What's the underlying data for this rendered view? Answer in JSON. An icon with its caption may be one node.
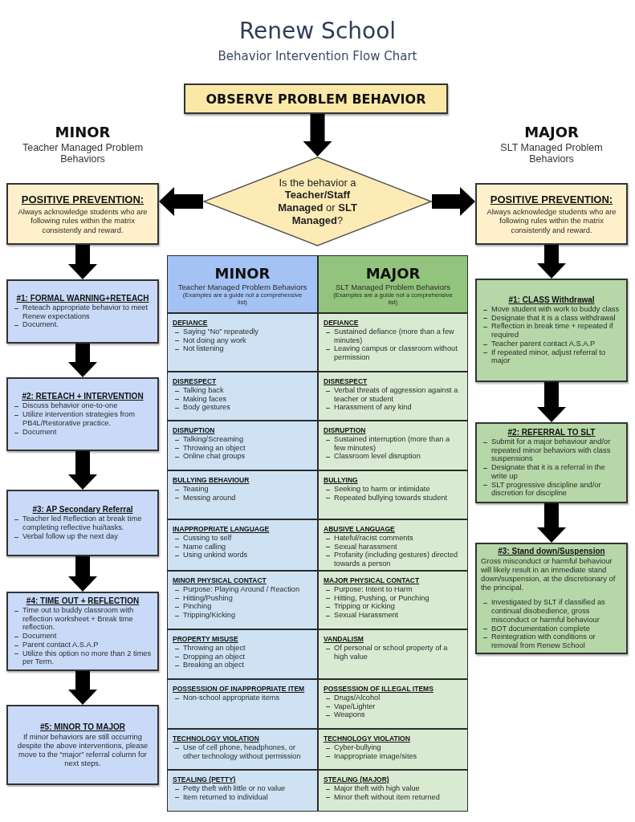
{
  "diagram": {
    "title": "Renew School",
    "nodes": [
      {
        "text": [
          "OBSERVE PROBLEM BEHAVIOR"
        ]
      },
      {
        "text": [
          "Is the behavior a **Teacher/Staff Managed** or **SLT Managed**?"
        ]
      },
      {
        "text": [
          "POSITIVE PREVENTION:",
          "Always acknowledge students who are following rules within the matrix consistently and reward."
        ]
      },
      {
        "text": [
          "POSITIVE PREVENTION:",
          "Always acknowledge students who are following rules within the matrix consistently and reward."
        ]
      },
      {
        "text": [
          "#1: FORMAL WARNING+RETEACH",
          "Reteach appropriate behavior to meet Renew expectations",
          "Document."
        ]
      },
      {
        "text": [
          "#2: RETEACH + INTERVENTION",
          "Discuss behavior one-to-one",
          "Utilize intervention strategies from PB4L/Restorative practice.",
          "Document"
        ]
      },
      {
        "text": [
          "#3: AP Secondary Referral",
          "Teacher led Reflection at break time completing reflective hui/tasks.",
          "Verbal follow up the next day"
        ]
      },
      {
        "text": [
          "#4: TIME OUT + REFLECTION",
          "Time out to buddy classroom with reflection worksheet + Break time reflection.",
          "Document",
          "Parent contact A.S.A.P",
          "Utilize this option no more than 2 times per Term."
        ]
      },
      {
        "text": [
          "#5: MINOR TO MAJOR",
          "If minor behaviors are still occurring despite the above interventions, please move to the “major” referral column for next steps."
        ]
      },
      {
        "text": [
          "#1: CLASS Withdrawal",
          "Move student with work to buddy class",
          "Designate that it is a class withdrawal",
          "Reflection in break time + repeated if required",
          "Teacher parent contact A.S.A.P",
          "If repeated minor, adjust referral to major"
        ]
      },
      {
        "text": [
          "#2: REFERRAL TO SLT",
          "Submit for a major behaviour and/or repeated minor behaviors with class suspensions",
          "Designate that it is a referral in the write up",
          "SLT progressive discipline and/or discretion for discipline"
        ]
      },
      {
        "text": [
          "#3: Stand down/Suspension",
          "Gross misconduct or harmful behaviour will likely result in an immediate stand down/suspension, at the discretionary of the principal.",
          "Investigated by SLT if classified as continual disobedience, gross misconduct or harmful behaviour",
          "BOT documentation complete",
          "Reintegration with conditions or removal from Renew School"
        ]
      },
      {
        "text": [
          "MINOR",
          "Teacher Managed Problem Behaviors",
          "(Examples are a guide not a comprehensive list)"
        ]
      },
      {
        "text": [
          "MAJOR",
          "SLT Managed Problem Behaviors",
          "(Examples are a guide not a comprehensive list)"
        ]
      },
      {
        "text": [
          "DEFIANCE",
          "Saying “No” repeatedly",
          "Not doing any work",
          "Not listening"
        ]
      },
      {
        "text": [
          "DEFIANCE",
          "Sustained defiance (more than a few minutes)",
          "Leaving campus or classroom without permission"
        ]
      },
      {
        "text": [
          "DISRESPECT",
          "Talking back",
          "Making faces",
          "Body gestures"
        ]
      },
      {
        "text": [
          "DISRESPECT",
          "Verbal threats of aggression against a teacher or student",
          "Harassment of any kind"
        ]
      },
      {
        "text": [
          "DISRUPTION",
          "Talking/Screaming",
          "Throwing an object",
          "Online chat groups"
        ]
      },
      {
        "text": [
          "DISRUPTION",
          "Sustained interruption (more than a few minutes)",
          "Classroom level disruption"
        ]
      },
      {
        "text": [
          "BULLYING BEHAVIOUR",
          "Teasing",
          "Messing around"
        ]
      },
      {
        "text": [
          "BULLYING",
          "Seeking to harm or intimidate",
          "Repeated bullying towards student"
        ]
      },
      {
        "text": [
          "INAPPROPRIATE LANGUAGE",
          "Cussing to self",
          "Name calling",
          "Using unkind words"
        ]
      },
      {
        "text": [
          "ABUSIVE LANGUAGE",
          "Hateful/racist comments",
          "Sexual harassment",
          "Profanity (including gestures) directed towards a person"
        ]
      },
      {
        "text": [
          "MINOR PHYSICAL CONTACT",
          "Purpose: Playing Around / Reaction",
          "Hitting/Pushing",
          "Pinching",
          "Tripping/Kicking"
        ]
      },
      {
        "text": [
          "MAJOR PHYSICAL CONTACT",
          "Purpose: Intent to Harm",
          "Hitting, Pushing, or Punching",
          "Tripping or Kicking",
          "Sexual Harassment"
        ]
      },
      {
        "text": [
          "PROPERTY MISUSE",
          "Throwing an object",
          "Dropping an object",
          "Breaking an object"
        ]
      },
      {
        "text": [
          "VANDALISM",
          "Of personal or school property of a high value"
        ]
      },
      {
        "text": [
          "POSSESSION OF INAPPROPRIATE ITEM",
          "Non-school appropriate items"
        ]
      },
      {
        "text": [
          "POSSESSION OF ILLEGAL ITEMS",
          "Drugs/Alcohol",
          "Vape/Lighter",
          "Weapons"
        ]
      },
      {
        "text": [
          "TECHNOLOGY VIOLATION",
          "Use of cell phone, headphones, or other technology without permission"
        ]
      },
      {
        "text": [
          "TECHNOLOGY VIOLATION",
          "Cyber-bullying",
          "Inappropriate image/sites"
        ]
      },
      {
        "text": [
          "STEALING (PETTY)",
          "Petty theft with little or no value",
          "Item returned to individual"
        ]
      },
      {
        "text": [
          "STEALING (MAJOR)",
          "Major theft with high value",
          "Minor theft without item returned"
        ]
      }
    ],
    "edges": [
      {
        "from": 0,
        "to": 1,
        "arrow": "to"
      },
      {
        "from": 1,
        "to": 2,
        "arrow": "to"
      },
      {
        "from": 1,
        "to": 3,
        "arrow": "to"
      },
      {
        "from": 2,
        "to": 4,
        "arrow": "to"
      },
      {
        "from": 4,
        "to": 5,
        "arrow": "to"
      },
      {
        "from": 5,
        "to": 6,
        "arrow": "to"
      },
      {
        "from": 6,
        "to": 7,
        "arrow": "to"
      },
      {
        "from": 7,
        "to": 8,
        "arrow": "to"
      },
      {
        "from": 3,
        "to": 9,
        "arrow": "to"
      },
      {
        "from": 9,
        "to": 10,
        "arrow": "to"
      },
      {
        "from": 10,
        "to": 11,
        "arrow": "to"
      }
    ],
    "labels": [
      "Behavior Intervention Flow Chart",
      "MINOR",
      "Teacher Managed Problem Behaviors",
      "MAJOR",
      "SLT Managed Problem Behaviors"
    ]
  }
}
